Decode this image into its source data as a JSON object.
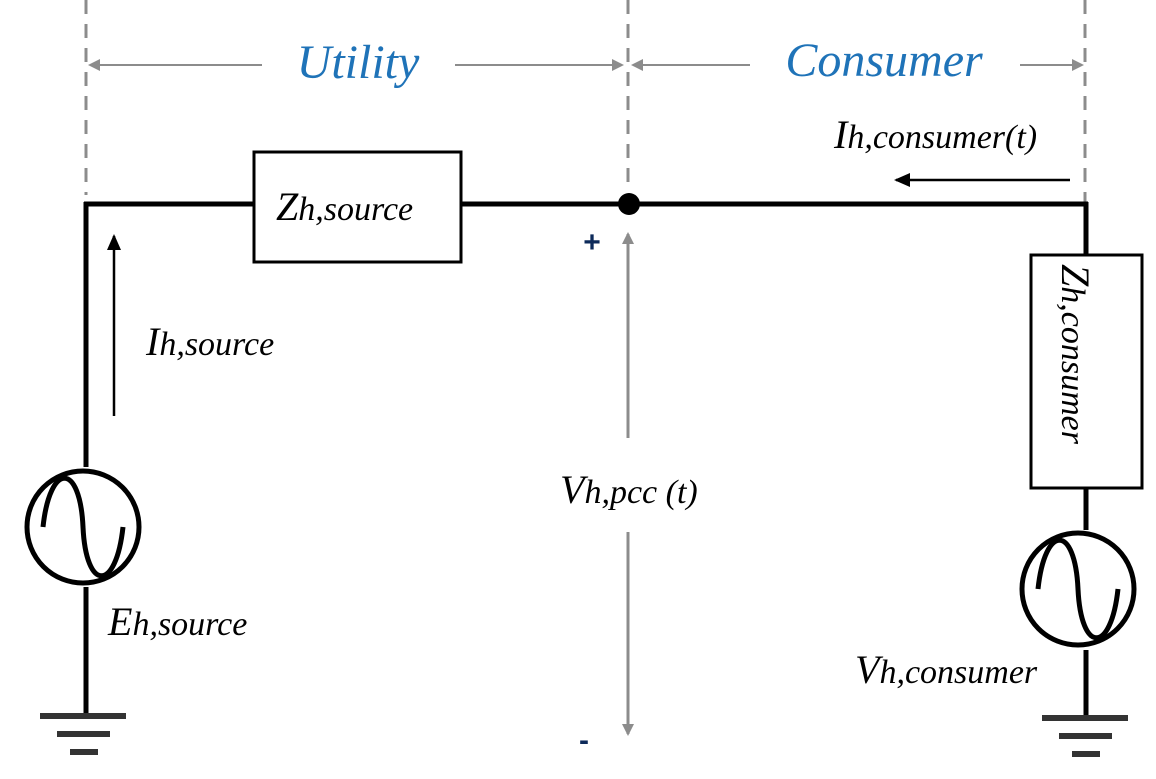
{
  "colors": {
    "wire": "#000000",
    "boundary": "#8c8c8c",
    "region_label": "#1f73b8",
    "polarity": "#0d2a5a",
    "voltage_arrow": "#8c8c8c"
  },
  "regions": {
    "utility": "Utility",
    "consumer": "Consumer"
  },
  "labels": {
    "z_source": {
      "main": "Z",
      "sub": "h,source"
    },
    "z_consumer": {
      "main": "Z",
      "sub": "h,consumer"
    },
    "i_source": {
      "main": "I",
      "sub": "h,source"
    },
    "i_consumer": {
      "main": "I",
      "sub": "h,consumer(t)"
    },
    "v_pcc": {
      "main": "V",
      "sub": "h,pcc (t)"
    },
    "e_source": {
      "main": "E",
      "sub": "h,source"
    },
    "v_consumer": {
      "main": "V",
      "sub": "h,consumer"
    }
  },
  "polarity": {
    "plus": "+",
    "minus": "-"
  },
  "icons": [
    "ac-source-icon",
    "ground-icon",
    "pcc-node-icon",
    "impedance-box"
  ]
}
